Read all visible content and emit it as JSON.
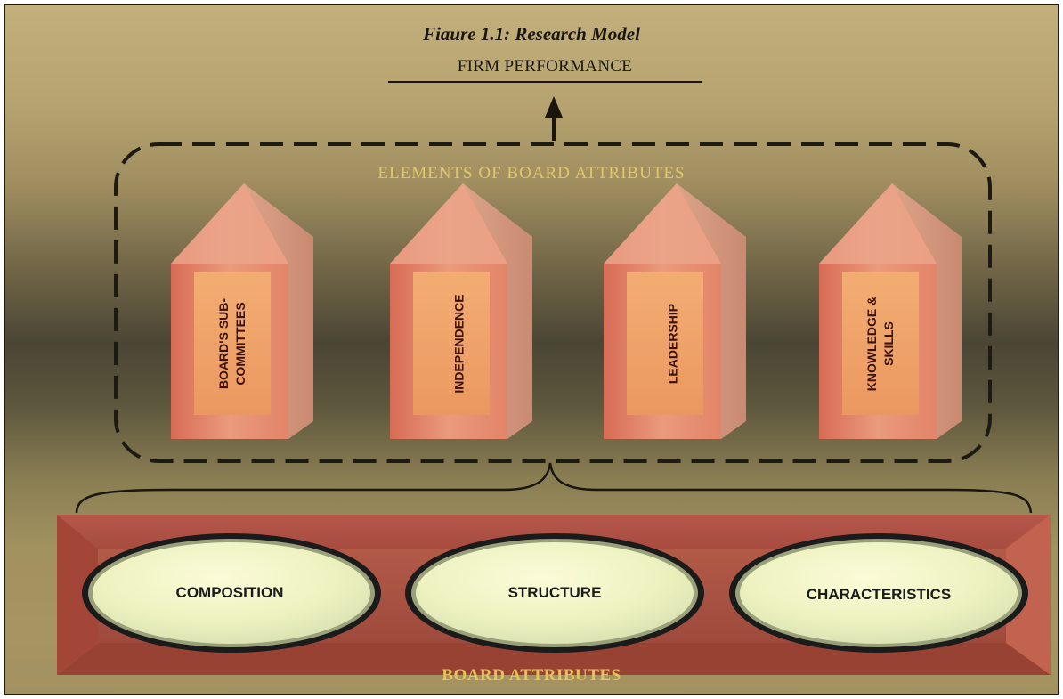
{
  "figure_title": "Fiaure 1.1:  Research Model",
  "top_label": "FIRM PERFORMANCE",
  "elements_group": {
    "title": "ELEMENTS OF BOARD ATTRIBUTES",
    "items": [
      {
        "line1": "BOARD'S SUB-",
        "line2": "COMMITTEES"
      },
      {
        "line1": "INDEPENDENCE",
        "line2": ""
      },
      {
        "line1": "LEADERSHIP",
        "line2": ""
      },
      {
        "line1": "KNOWLEDGE &",
        "line2": "SKILLS"
      }
    ]
  },
  "board_attributes": {
    "title": "BOARD ATTRIBUTES",
    "items": [
      "COMPOSITION",
      "STRUCTURE",
      "CHARACTERISTICS"
    ]
  },
  "colors": {
    "background_top": "#c2b07c",
    "background_mid": "#4b4535",
    "pencil_front": "#e48a70",
    "pencil_label": "#f1a265",
    "bar": "#b4584a",
    "oval_fill": "#f3f5c8",
    "gold_text": "#e3c45c"
  }
}
